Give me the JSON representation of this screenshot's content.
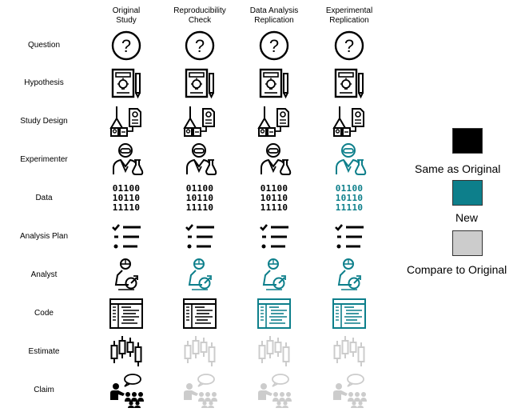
{
  "columns": [
    {
      "line1": "Original",
      "line2": "Study"
    },
    {
      "line1": "Reproducibility",
      "line2": "Check"
    },
    {
      "line1": "Data Analysis",
      "line2": "Replication"
    },
    {
      "line1": "Experimental",
      "line2": "Replication"
    }
  ],
  "rows": [
    {
      "label": "Question",
      "icon": "question-icon",
      "states": [
        "same",
        "same",
        "same",
        "same"
      ]
    },
    {
      "label": "Hypothesis",
      "icon": "hypothesis-icon",
      "states": [
        "same",
        "same",
        "same",
        "same"
      ]
    },
    {
      "label": "Study Design",
      "icon": "study-design-icon",
      "states": [
        "same",
        "same",
        "same",
        "same"
      ]
    },
    {
      "label": "Experimenter",
      "icon": "experimenter-icon",
      "states": [
        "same",
        "same",
        "same",
        "new"
      ]
    },
    {
      "label": "Data",
      "icon": "data-icon",
      "states": [
        "same",
        "same",
        "same",
        "new"
      ],
      "binary": [
        "01100",
        "10110",
        "11110"
      ]
    },
    {
      "label": "Analysis Plan",
      "icon": "analysis-plan-icon",
      "states": [
        "same",
        "same",
        "same",
        "same"
      ]
    },
    {
      "label": "Analyst",
      "icon": "analyst-icon",
      "states": [
        "same",
        "new",
        "new",
        "new"
      ]
    },
    {
      "label": "Code",
      "icon": "code-icon",
      "states": [
        "same",
        "same",
        "new",
        "new"
      ]
    },
    {
      "label": "Estimate",
      "icon": "estimate-icon",
      "states": [
        "same",
        "compare",
        "compare",
        "compare"
      ]
    },
    {
      "label": "Claim",
      "icon": "claim-icon",
      "states": [
        "same",
        "compare",
        "compare",
        "compare"
      ]
    }
  ],
  "colors": {
    "same": "#000000",
    "new": "#0d7f8b",
    "compare": "#cccccc"
  },
  "legend": [
    {
      "label": "Same as Original",
      "color": "#000000",
      "key": "same"
    },
    {
      "label": "New",
      "color": "#0d7f8b",
      "key": "new"
    },
    {
      "label": "Compare to Original",
      "color": "#cccccc",
      "key": "compare"
    }
  ]
}
